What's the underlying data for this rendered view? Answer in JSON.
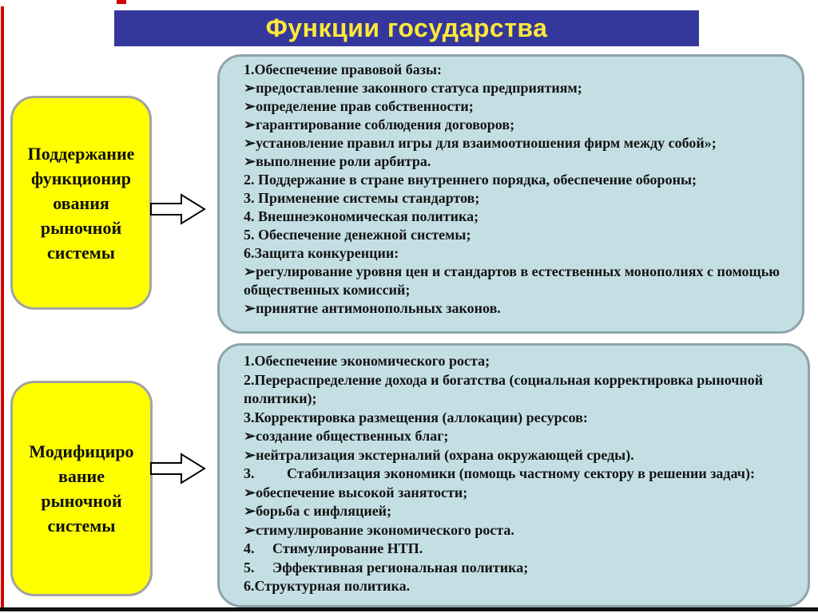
{
  "page": {
    "title": "Функции государства",
    "colors": {
      "title_bg": "#34379B",
      "title_text": "#FFE83A",
      "yellow_box_fill": "#FFFF00",
      "yellow_box_border": "#A3A3A3",
      "blue_box_fill": "#C4DFE4",
      "blue_box_border": "#8EA4A9",
      "left_border_red": "#D10000",
      "bottom_border_black": "#0D0D0D",
      "body_text": "#131313"
    }
  },
  "left_boxes": [
    {
      "text": "Поддержание\nфункционир\nования\nрыночной\nсистемы"
    },
    {
      "text": "Модифициро\nвание\nрыночной\nсистемы"
    }
  ],
  "right_boxes": [
    {
      "items": [
        "1.Обеспечение правовой базы:",
        "➢предоставление законного статуса предприятиям;",
        "➢определение прав собственности;",
        "➢гарантирование соблюдения договоров;",
        "➢установление правил игры для взаимоотношения фирм между собой»;",
        "➢выполнение роли арбитра.",
        "2. Поддержание в стране внутреннего порядка, обеспечение обороны;",
        "3. Применение системы стандартов;",
        "4. Внешнеэкономическая политика;",
        "5. Обеспечение денежной системы;",
        "6.Защита конкуренции:",
        "➢регулирование уровня цен и стандартов в естественных монополиях с помощью общественных комиссий;",
        "➢принятие антимонопольных законов."
      ]
    },
    {
      "items": [
        "1.Обеспечение экономического роста;",
        "2.Перераспределение дохода и богатства (социальная корректировка рыночной политики);",
        "3.Корректировка размещения (аллокации) ресурсов:",
        "➢создание общественных благ;",
        "➢нейтрализация экстерналий (охрана окружающей среды).",
        "3.         Стабилизация экономики (помощь частному сектору в решении задач):",
        "➢обеспечение высокой занятости;",
        "➢борьба с инфляцией;",
        "➢стимулирование экономического роста.",
        "4.     Стимулирование НТП.",
        "5.     Эффективная региональная политика;",
        "6.Структурная политика."
      ]
    }
  ]
}
